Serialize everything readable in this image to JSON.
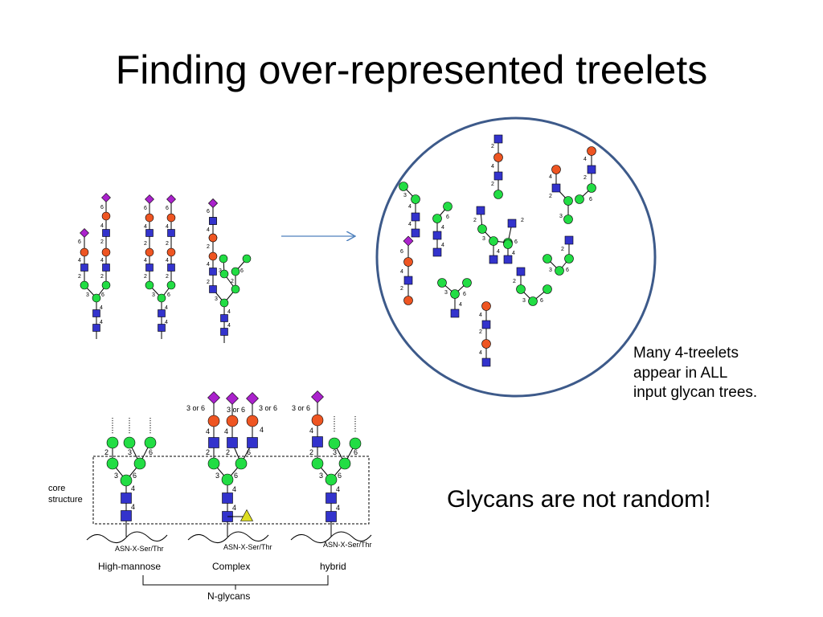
{
  "slide": {
    "title": "Finding over-represented treelets"
  },
  "notes": {
    "treelets": [
      "Many 4-treelets",
      "appear in  ALL",
      "input glycan trees."
    ],
    "not_random": "Glycans are not random!"
  },
  "legend": {
    "core_structure": [
      "core",
      "structure"
    ],
    "anchor_motif": "ASN-X-Ser/Thr",
    "classes": [
      "High-mannose",
      "Complex",
      "hybrid"
    ],
    "family": "N-glycans",
    "linkage_3or6": "3 or 6"
  },
  "symbol_colors": {
    "hexnac_square": "#3333cc",
    "mannose_circle": "#22dd44",
    "galactose_circle": "#ee5522",
    "sialic_diamond": "#aa22cc",
    "fucose_triangle": "#dddd22",
    "bond": "#000000",
    "circle_outline": "#3d5a8a",
    "arrow": "#4f81bd"
  }
}
